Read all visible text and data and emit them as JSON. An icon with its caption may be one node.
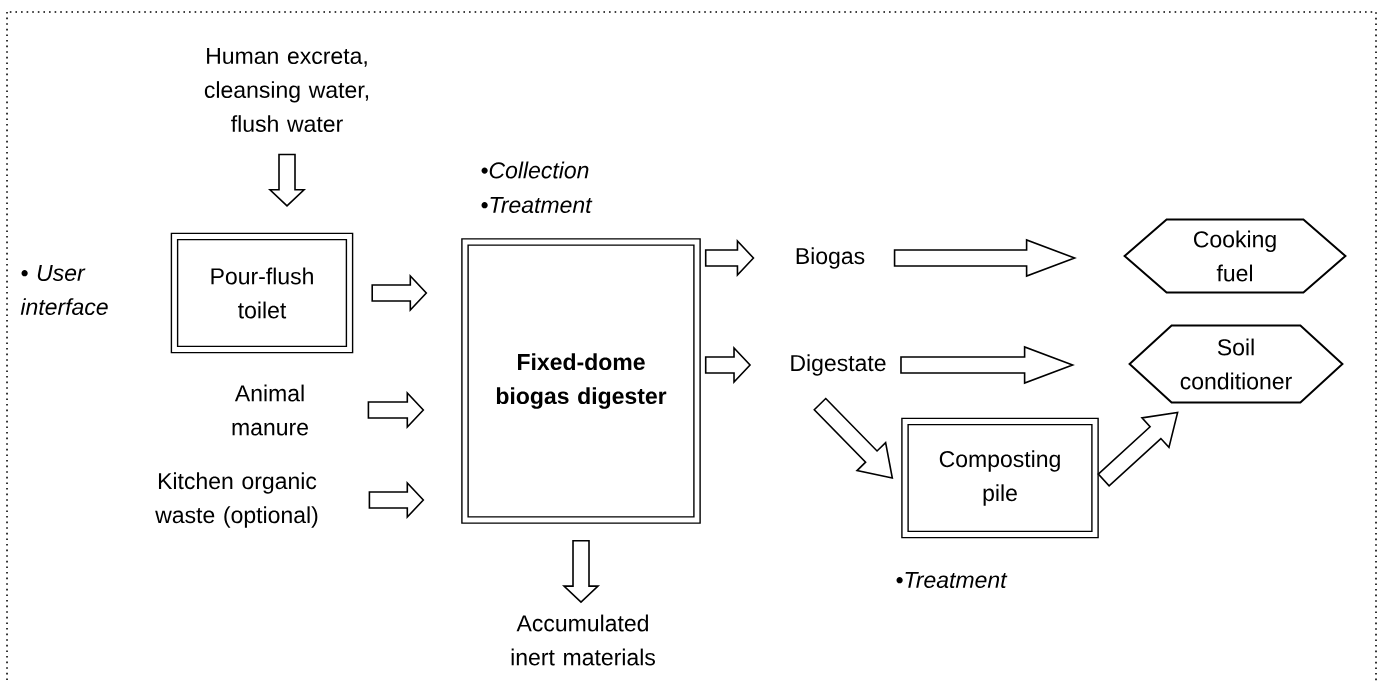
{
  "diagram": {
    "nodes": [
      {
        "text": [
          "Human excreta, cleansing water, flush water"
        ]
      },
      {
        "text": [
          "Pour-flush toilet"
        ],
        "beside": [
          "• User interface"
        ]
      },
      {
        "text": [
          "Animal manure"
        ]
      },
      {
        "text": [
          "Kitchen organic waste (optional)"
        ]
      },
      {
        "text": [
          "Fixed-dome biogas digester"
        ],
        "beside": [
          "•Collection",
          "•Treatment"
        ]
      },
      {
        "text": [
          "Accumulated inert materials"
        ]
      },
      {
        "text": [
          "Biogas"
        ]
      },
      {
        "text": [
          "Digestate"
        ]
      },
      {
        "text": [
          "Cooking fuel"
        ]
      },
      {
        "text": [
          "Soil conditioner"
        ]
      },
      {
        "text": [
          "Composting pile"
        ],
        "beside": [
          "•Treatment"
        ]
      }
    ],
    "edges": [
      {
        "from": 0,
        "to": 1,
        "arrow": "to"
      },
      {
        "from": 1,
        "to": 4,
        "arrow": "to"
      },
      {
        "from": 2,
        "to": 4,
        "arrow": "to"
      },
      {
        "from": 3,
        "to": 4,
        "arrow": "to"
      },
      {
        "from": 4,
        "to": 5,
        "arrow": "to"
      },
      {
        "from": 4,
        "to": 6,
        "arrow": "to"
      },
      {
        "from": 4,
        "to": 7,
        "arrow": "to"
      },
      {
        "from": 6,
        "to": 8,
        "arrow": "to"
      },
      {
        "from": 7,
        "to": 9,
        "arrow": "to"
      },
      {
        "from": 7,
        "to": 10,
        "arrow": "to"
      },
      {
        "from": 10,
        "to": 9,
        "arrow": "to"
      }
    ]
  }
}
